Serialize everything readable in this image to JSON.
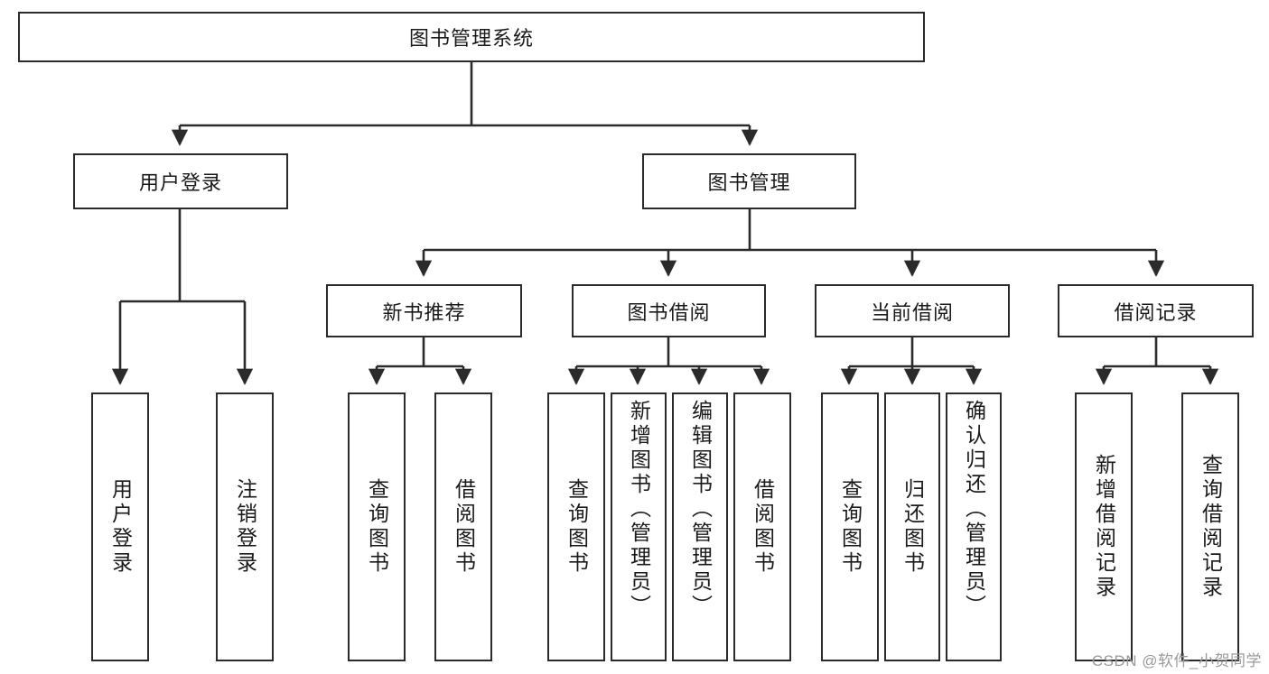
{
  "diagram": {
    "title_node": {
      "label": "图书管理系统"
    },
    "level2": [
      {
        "label": "用户登录"
      },
      {
        "label": "图书管理"
      }
    ],
    "level3": [
      {
        "label": "新书推荐"
      },
      {
        "label": "图书借阅"
      },
      {
        "label": "当前借阅"
      },
      {
        "label": "借阅记录"
      }
    ],
    "leaves": [
      {
        "label": "用户登录"
      },
      {
        "label": "注销登录"
      },
      {
        "label": "查询图书"
      },
      {
        "label": "借阅图书"
      },
      {
        "label": "查询图书"
      },
      {
        "label": "新增图书（管理员）"
      },
      {
        "label": "编辑图书（管理员）"
      },
      {
        "label": "借阅图书"
      },
      {
        "label": "查询图书"
      },
      {
        "label": "归还图书"
      },
      {
        "label": "确认归还（管理员）"
      },
      {
        "label": "新增借阅记录"
      },
      {
        "label": "查询借阅记录"
      }
    ],
    "watermark": "CSDN @软件_小贺同学",
    "colors": {
      "stroke": "#2b2b2b",
      "fill": "#ffffff",
      "text": "#1a1a1a",
      "watermark": "#9a9a9a"
    }
  }
}
